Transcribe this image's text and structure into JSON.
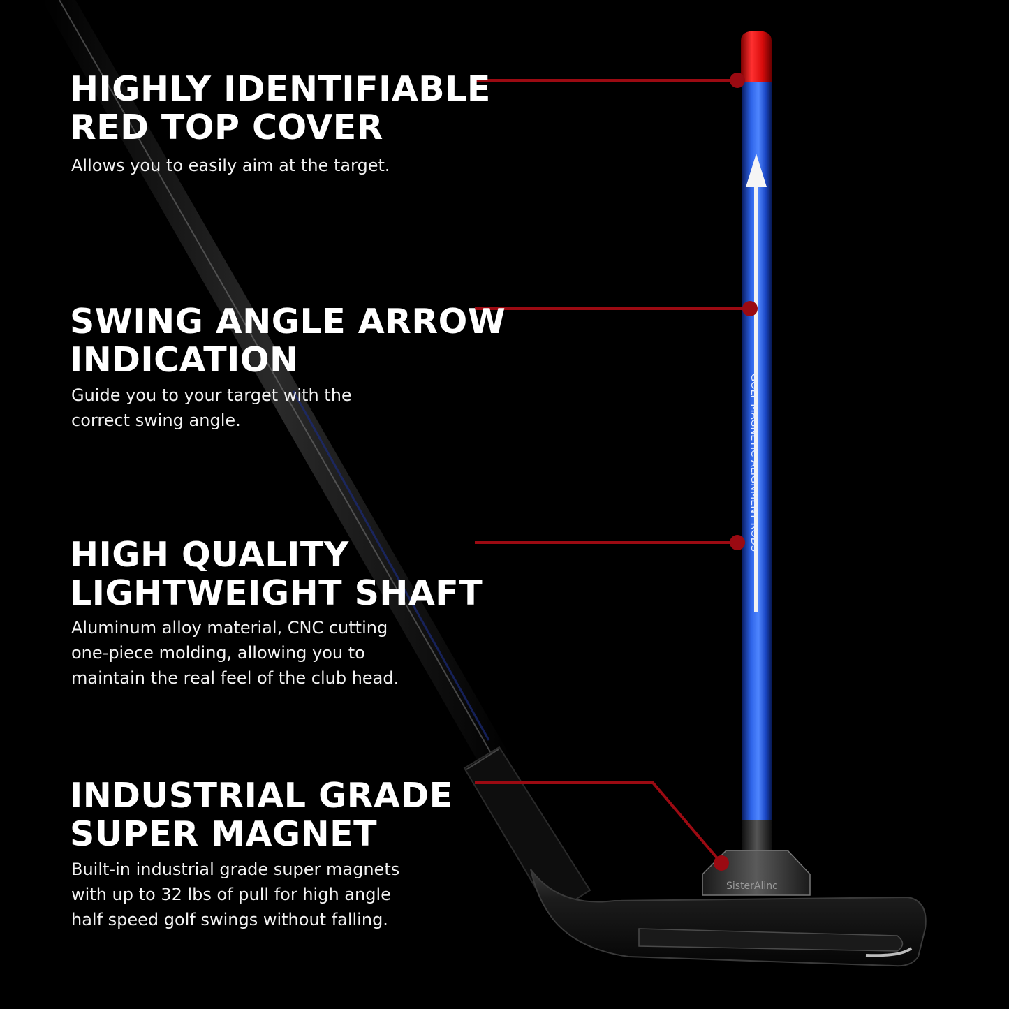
{
  "features": [
    {
      "title_lines": [
        "HIGHLY IDENTIFIABLE",
        "RED TOP COVER"
      ],
      "desc_lines": [
        "Allows you to easily aim at the target."
      ]
    },
    {
      "title_lines": [
        "SWING ANGLE ARROW",
        "INDICATION"
      ],
      "desc_lines": [
        "Guide you to your target with the",
        "correct swing angle."
      ]
    },
    {
      "title_lines": [
        "HIGH QUALITY",
        "LIGHTWEIGHT SHAFT"
      ],
      "desc_lines": [
        "Aluminum alloy material, CNC cutting",
        "one-piece molding, allowing you to",
        "maintain the real feel of the club head."
      ]
    },
    {
      "title_lines": [
        "INDUSTRIAL GRADE",
        "SUPER MAGNET"
      ],
      "desc_lines": [
        "Built-in industrial grade super magnets",
        "with up to 32 lbs of pull for high angle",
        "half speed golf swings without falling."
      ]
    }
  ],
  "rod_text": "GOLF MAGNETIC ALIGNMENT RODS",
  "base_logo_text": "SisterAlinc",
  "colors": {
    "background": "#000000",
    "rod_blue": "#1f4fd6",
    "cap_red": "#e01010",
    "callout_red": "#9b0a12"
  }
}
